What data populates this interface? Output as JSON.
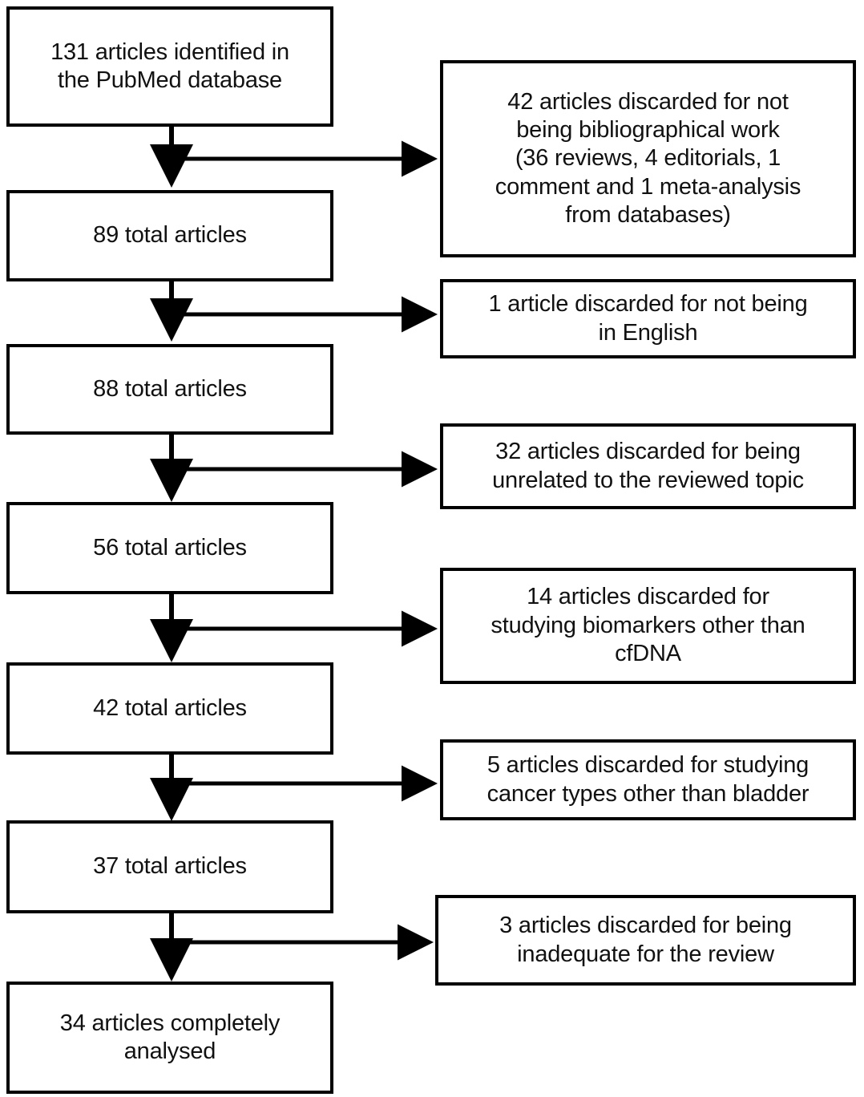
{
  "diagram": {
    "title": "Article selection flow diagram",
    "type": "prisma-flowchart",
    "colors": {
      "border": "#000000",
      "background": "#ffffff",
      "text": "#111111"
    },
    "main_flow": [
      {
        "id": "identified",
        "label": "131 articles identified in\nthe PubMed database",
        "count": 131
      },
      {
        "id": "total-89",
        "label": "89 total articles",
        "count": 89
      },
      {
        "id": "total-88",
        "label": "88 total articles",
        "count": 88
      },
      {
        "id": "total-56",
        "label": "56 total articles",
        "count": 56
      },
      {
        "id": "total-42",
        "label": "42 total articles",
        "count": 42
      },
      {
        "id": "total-37",
        "label": "37 total articles",
        "count": 37
      },
      {
        "id": "analysed-34",
        "label": "34 articles completely\nanalysed",
        "count": 34
      }
    ],
    "exclusions": [
      {
        "id": "excl-42",
        "label": "42 articles discarded for not\nbeing bibliographical work\n(36 reviews, 4 editorials, 1\ncomment and 1 meta-analysis\nfrom databases)",
        "count": 42
      },
      {
        "id": "excl-1",
        "label": "1 article discarded for not being\nin English",
        "count": 1
      },
      {
        "id": "excl-32",
        "label": "32 articles discarded for being\nunrelated to the reviewed topic",
        "count": 32
      },
      {
        "id": "excl-14",
        "label": "14 articles discarded for\nstudying biomarkers other than\ncfDNA",
        "count": 14
      },
      {
        "id": "excl-5",
        "label": "5 articles discarded for studying\ncancer types other than bladder",
        "count": 5
      },
      {
        "id": "excl-3",
        "label": "3 articles discarded for being\ninadequate for the review",
        "count": 3
      }
    ]
  }
}
